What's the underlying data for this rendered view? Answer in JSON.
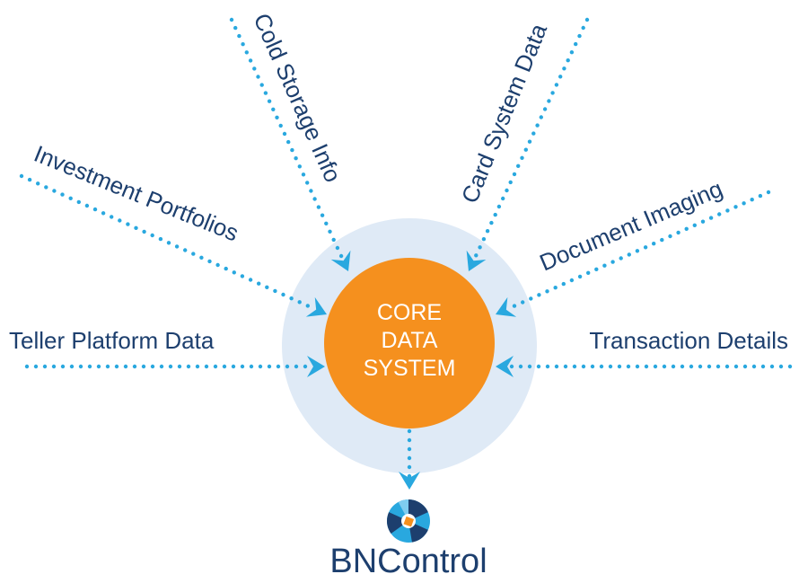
{
  "diagram": {
    "core_lines": [
      "CORE",
      "DATA",
      "SYSTEM"
    ],
    "sources": [
      {
        "id": "teller",
        "label": "Teller Platform Data"
      },
      {
        "id": "investment",
        "label": "Investment Portfolios"
      },
      {
        "id": "cold",
        "label": "Cold Storage Info"
      },
      {
        "id": "card",
        "label": "Card System Data"
      },
      {
        "id": "document",
        "label": "Document Imaging"
      },
      {
        "id": "transaction",
        "label": "Transaction Details"
      }
    ],
    "brand": "BNControl"
  },
  "colors": {
    "halo": "#dfeaf6",
    "core": "#f5901e",
    "dots": "#29a8df",
    "text": "#1d3f6e",
    "logo_light": "#29a8df",
    "logo_dark": "#1d3f6e",
    "logo_accent": "#f5901e"
  },
  "icons": [
    "arrow-icon",
    "bncontrol-logo-icon"
  ]
}
